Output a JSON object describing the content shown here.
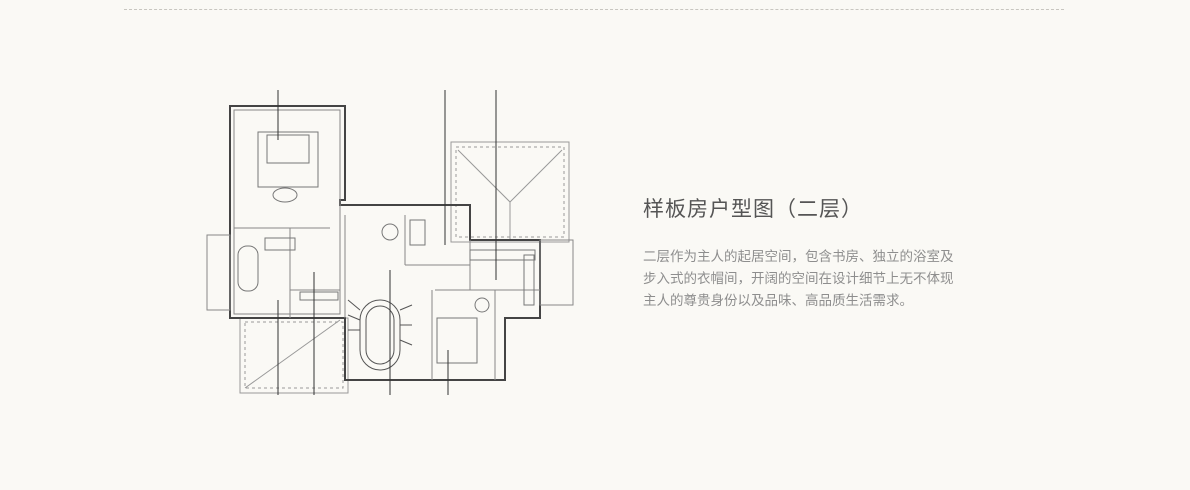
{
  "section": {
    "title": "样板房户型图（二层）",
    "description_lines": [
      "二层作为主人的起居空间，包含书房、独立的浴室及",
      "步入式的衣帽间，开阔的空间在设计细节上无不体现",
      "主人的尊贵身份以及品味、高品质生活需求。"
    ]
  },
  "colors": {
    "background": "#faf9f5",
    "line": "#555555",
    "text": "#8e8e8e"
  }
}
